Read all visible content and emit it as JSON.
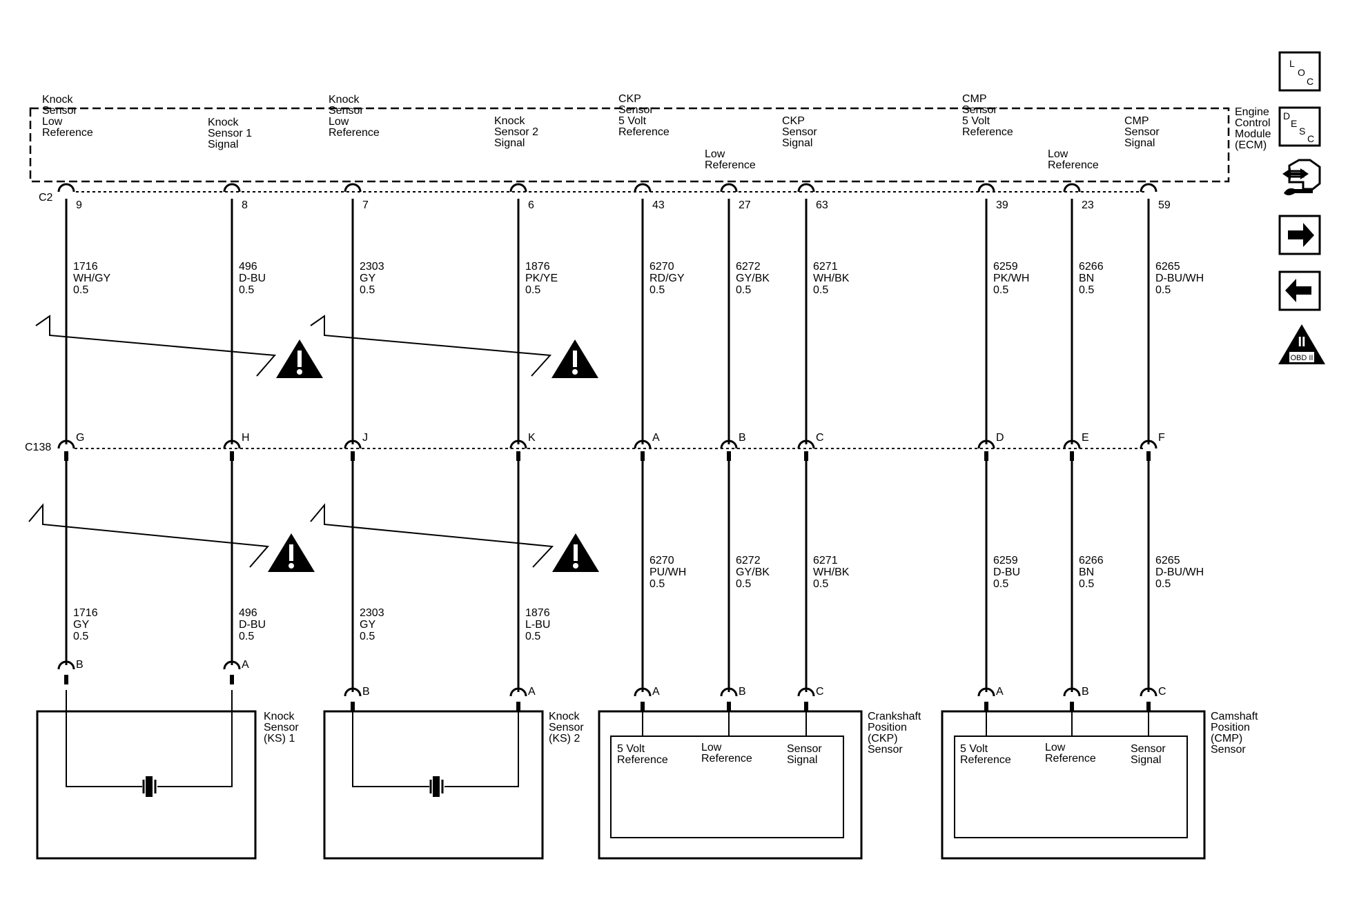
{
  "ecm": {
    "name_lines": [
      "Engine",
      "Control",
      "Module",
      "(ECM)"
    ],
    "connector": "C2"
  },
  "inline_connector": "C138",
  "columns": [
    {
      "id": "ks-low-ref-1",
      "ecm_label": [
        "Knock",
        "Sensor",
        "Low",
        "Reference"
      ],
      "ecm_pin": "9",
      "upper": {
        "circuit": "1716",
        "color": "WH/GY",
        "gauge": "0.5"
      },
      "c138_pin": "G",
      "lower": {
        "circuit": "1716",
        "color": "GY",
        "gauge": "0.5"
      },
      "device_pin": "B"
    },
    {
      "id": "ks1-signal",
      "ecm_label": [
        "Knock",
        "Sensor 1",
        "Signal"
      ],
      "ecm_pin": "8",
      "upper": {
        "circuit": "496",
        "color": "D-BU",
        "gauge": "0.5"
      },
      "c138_pin": "H",
      "lower": {
        "circuit": "496",
        "color": "D-BU",
        "gauge": "0.5"
      },
      "device_pin": "A"
    },
    {
      "id": "ks-low-ref-2",
      "ecm_label": [
        "Knock",
        "Sensor",
        "Low",
        "Reference"
      ],
      "ecm_pin": "7",
      "upper": {
        "circuit": "2303",
        "color": "GY",
        "gauge": "0.5"
      },
      "c138_pin": "J",
      "lower": {
        "circuit": "2303",
        "color": "GY",
        "gauge": "0.5"
      },
      "device_pin": "B"
    },
    {
      "id": "ks2-signal",
      "ecm_label": [
        "Knock",
        "Sensor 2",
        "Signal"
      ],
      "ecm_pin": "6",
      "upper": {
        "circuit": "1876",
        "color": "PK/YE",
        "gauge": "0.5"
      },
      "c138_pin": "K",
      "lower": {
        "circuit": "1876",
        "color": "L-BU",
        "gauge": "0.5"
      },
      "device_pin": "A"
    },
    {
      "id": "ckp-5v-ref",
      "ecm_label": [
        "CKP",
        "Sensor",
        "5 Volt",
        "Reference"
      ],
      "ecm_pin": "43",
      "upper": {
        "circuit": "6270",
        "color": "RD/GY",
        "gauge": "0.5"
      },
      "c138_pin": "A",
      "lower": {
        "circuit": "6270",
        "color": "PU/WH",
        "gauge": "0.5"
      },
      "device_pin": "A"
    },
    {
      "id": "ckp-low-ref",
      "ecm_label": [
        "Low",
        "Reference"
      ],
      "ecm_pin": "27",
      "upper": {
        "circuit": "6272",
        "color": "GY/BK",
        "gauge": "0.5"
      },
      "c138_pin": "B",
      "lower": {
        "circuit": "6272",
        "color": "GY/BK",
        "gauge": "0.5"
      },
      "device_pin": "B"
    },
    {
      "id": "ckp-signal",
      "ecm_label": [
        "CKP",
        "Sensor",
        "Signal"
      ],
      "ecm_pin": "63",
      "upper": {
        "circuit": "6271",
        "color": "WH/BK",
        "gauge": "0.5"
      },
      "c138_pin": "C",
      "lower": {
        "circuit": "6271",
        "color": "WH/BK",
        "gauge": "0.5"
      },
      "device_pin": "C"
    },
    {
      "id": "cmp-5v-ref",
      "ecm_label": [
        "CMP",
        "Sensor",
        "5 Volt",
        "Reference"
      ],
      "ecm_pin": "39",
      "upper": {
        "circuit": "6259",
        "color": "PK/WH",
        "gauge": "0.5"
      },
      "c138_pin": "D",
      "lower": {
        "circuit": "6259",
        "color": "D-BU",
        "gauge": "0.5"
      },
      "device_pin": "A"
    },
    {
      "id": "cmp-low-ref",
      "ecm_label": [
        "Low",
        "Reference"
      ],
      "ecm_pin": "23",
      "upper": {
        "circuit": "6266",
        "color": "BN",
        "gauge": "0.5"
      },
      "c138_pin": "E",
      "lower": {
        "circuit": "6266",
        "color": "BN",
        "gauge": "0.5"
      },
      "device_pin": "B"
    },
    {
      "id": "cmp-signal",
      "ecm_label": [
        "CMP",
        "Sensor",
        "Signal"
      ],
      "ecm_pin": "59",
      "upper": {
        "circuit": "6265",
        "color": "D-BU/WH",
        "gauge": "0.5"
      },
      "c138_pin": "F",
      "lower": {
        "circuit": "6265",
        "color": "D-BU/WH",
        "gauge": "0.5"
      },
      "device_pin": "C"
    }
  ],
  "devices": [
    {
      "id": "ks1",
      "name_lines": [
        "Knock",
        "Sensor",
        "(KS) 1"
      ]
    },
    {
      "id": "ks2",
      "name_lines": [
        "Knock",
        "Sensor",
        "(KS) 2"
      ]
    },
    {
      "id": "ckp",
      "name_lines": [
        "Crankshaft",
        "Position",
        "(CKP)",
        "Sensor"
      ],
      "inner_labels": [
        [
          "5 Volt",
          "Reference"
        ],
        [
          "Low",
          "Reference"
        ],
        [
          "Sensor",
          "Signal"
        ]
      ]
    },
    {
      "id": "cmp",
      "name_lines": [
        "Camshaft",
        "Position",
        "(CMP)",
        "Sensor"
      ],
      "inner_labels": [
        [
          "5 Volt",
          "Reference"
        ],
        [
          "Low",
          "Reference"
        ],
        [
          "Sensor",
          "Signal"
        ]
      ]
    }
  ],
  "side_icons": {
    "loc": {
      "letters": [
        "L",
        "O",
        "C"
      ],
      "icon": "loc-icon"
    },
    "desc": {
      "letters": [
        "D",
        "E",
        "S",
        "C"
      ],
      "icon": "desc-icon"
    },
    "connector_end_view": {
      "icon": "connector-end-view-icon"
    },
    "next": {
      "icon": "arrow-right-icon"
    },
    "previous": {
      "icon": "arrow-left-icon"
    },
    "obd": {
      "roman": "II",
      "label": "OBD II",
      "icon": "obd-ii-icon"
    }
  },
  "warning_icon": "caution-triangle-icon"
}
